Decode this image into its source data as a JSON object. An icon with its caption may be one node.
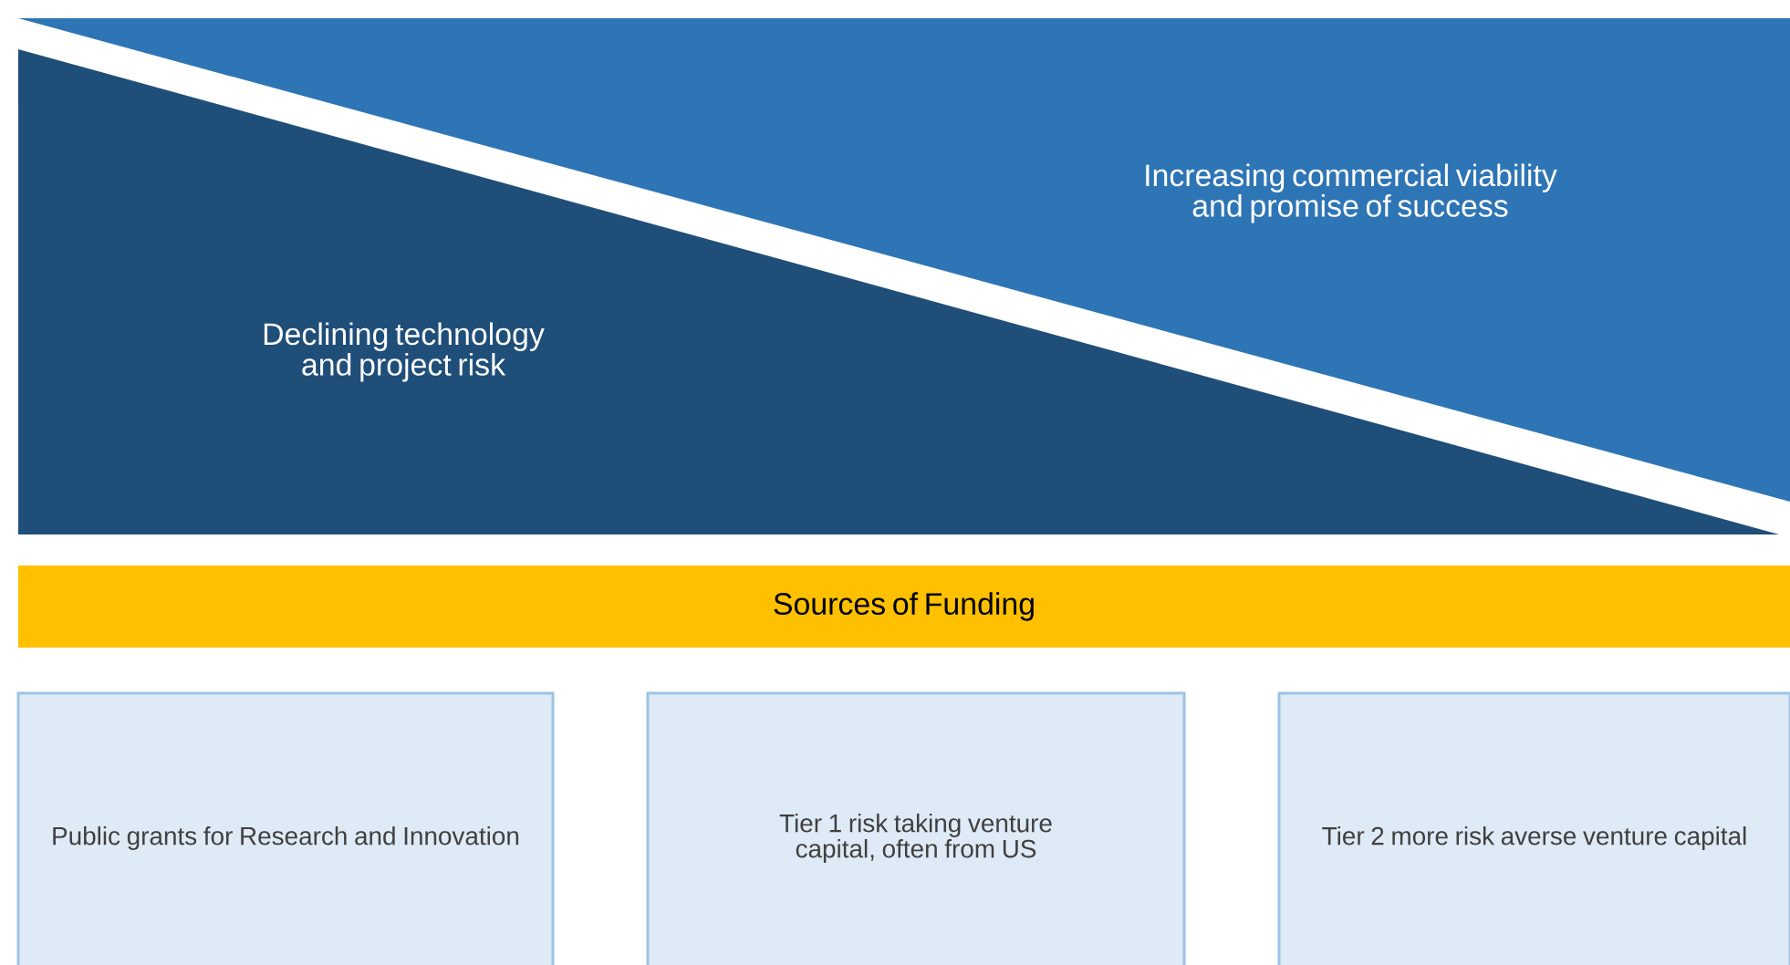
{
  "diagram": {
    "nodes": [
      {
        "text": [
          "Increasing commercial viability and promise of success"
        ]
      },
      {
        "text": [
          "Declining technology and project risk"
        ]
      },
      {
        "text": [
          "Sources of Funding"
        ]
      },
      {
        "text": [
          "Public grants for Research and Innovation"
        ]
      },
      {
        "text": [
          "Tier 1 risk taking venture capital, often from US"
        ]
      },
      {
        "text": [
          "Tier 2 more risk averse venture capital"
        ]
      }
    ]
  }
}
